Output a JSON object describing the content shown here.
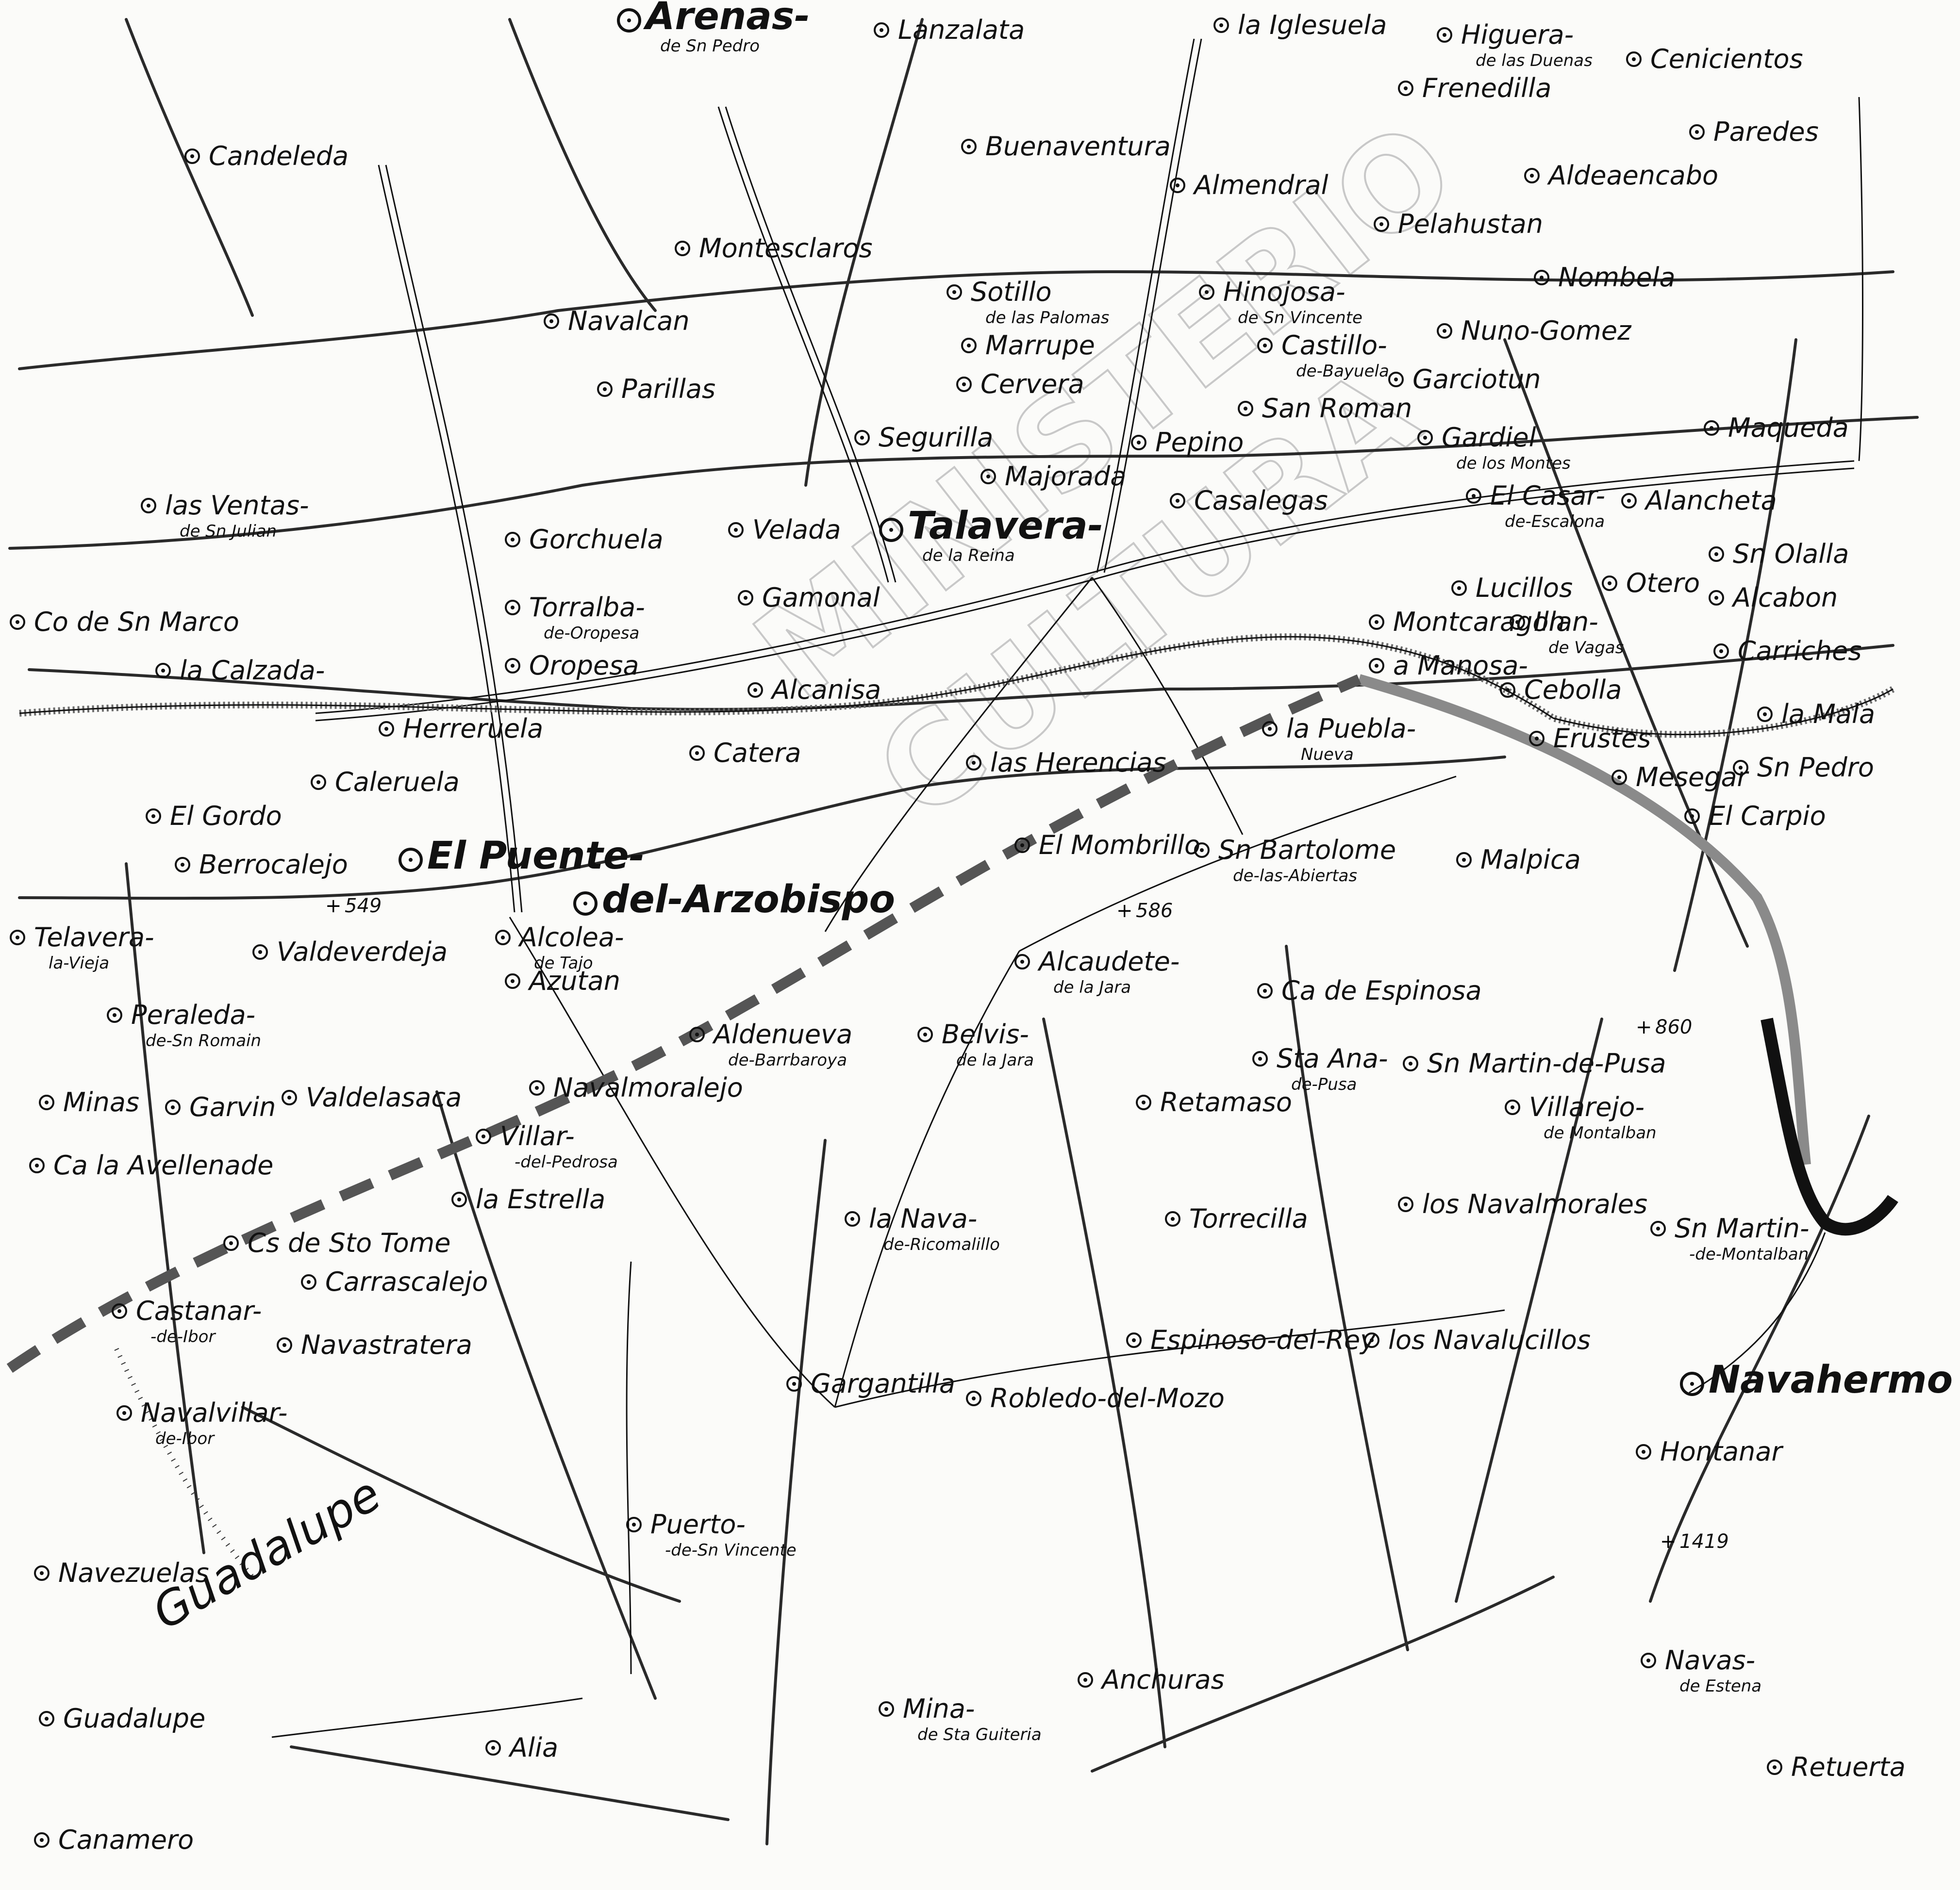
{
  "map": {
    "region_labels": {
      "guadalupe_range": "Guadalupe"
    },
    "watermark": {
      "line1": "MINISTERIO",
      "line2": "CULTURA"
    },
    "colors": {
      "paper": "#fbfbf9",
      "ink": "#111111",
      "rivers": "#2a2a2a",
      "railway_hatched": "#6b6b6b",
      "watermark": "#c8c8c8"
    },
    "places": [
      {
        "id": "arenas",
        "name": "Arenas-",
        "sub": "de Sn Pedro",
        "big": true
      },
      {
        "id": "lanzalata",
        "name": "Lanzalata",
        "sub": ""
      },
      {
        "id": "iglesuela",
        "name": "la Iglesuela",
        "sub": ""
      },
      {
        "id": "higuera",
        "name": "Higuera-",
        "sub": "de las Duenas"
      },
      {
        "id": "cenicientos",
        "name": "Cenicientos",
        "sub": ""
      },
      {
        "id": "frenedilla",
        "name": "Frenedilla",
        "sub": ""
      },
      {
        "id": "candeleda",
        "name": "Candeleda",
        "sub": ""
      },
      {
        "id": "buenaventura",
        "name": "Buenaventura",
        "sub": ""
      },
      {
        "id": "paredes",
        "name": "Paredes",
        "sub": ""
      },
      {
        "id": "almendral",
        "name": "Almendral",
        "sub": ""
      },
      {
        "id": "aldeaencabo",
        "name": "Aldeaencabo",
        "sub": ""
      },
      {
        "id": "pelahustan",
        "name": "Pelahustan",
        "sub": ""
      },
      {
        "id": "montesclaros",
        "name": "Montesclaros",
        "sub": ""
      },
      {
        "id": "nombela",
        "name": "Nombela",
        "sub": ""
      },
      {
        "id": "sotillo",
        "name": "Sotillo",
        "sub": "de las Palomas"
      },
      {
        "id": "hinojosa",
        "name": "Hinojosa-",
        "sub": "de Sn Vincente"
      },
      {
        "id": "navalcan",
        "name": "Navalcan",
        "sub": ""
      },
      {
        "id": "nuno",
        "name": "Nuno-Gomez",
        "sub": ""
      },
      {
        "id": "marrupe",
        "name": "Marrupe",
        "sub": ""
      },
      {
        "id": "castillo",
        "name": "Castillo-",
        "sub": "de-Bayuela"
      },
      {
        "id": "parillas",
        "name": "Parillas",
        "sub": ""
      },
      {
        "id": "cervera",
        "name": "Cervera",
        "sub": ""
      },
      {
        "id": "garciotun",
        "name": "Garciotun",
        "sub": ""
      },
      {
        "id": "sanroman",
        "name": "San Roman",
        "sub": ""
      },
      {
        "id": "gardiel",
        "name": "Gardiel",
        "sub": "de los Montes"
      },
      {
        "id": "segurilla",
        "name": "Segurilla",
        "sub": ""
      },
      {
        "id": "pepino",
        "name": "Pepino",
        "sub": ""
      },
      {
        "id": "maqueda",
        "name": "Maqueda",
        "sub": ""
      },
      {
        "id": "majorada",
        "name": "Majorada",
        "sub": ""
      },
      {
        "id": "lasventas",
        "name": "las Ventas-",
        "sub": "de Sn Julian"
      },
      {
        "id": "casalegas",
        "name": "Casalegas",
        "sub": ""
      },
      {
        "id": "elcasar",
        "name": "El Casar-",
        "sub": "de-Escalona"
      },
      {
        "id": "alancheta",
        "name": "Alancheta",
        "sub": ""
      },
      {
        "id": "velada",
        "name": "Velada",
        "sub": ""
      },
      {
        "id": "talavera",
        "name": "Talavera-",
        "sub": "de la Reina",
        "big": true
      },
      {
        "id": "gorchuela",
        "name": "Gorchuela",
        "sub": ""
      },
      {
        "id": "olalla",
        "name": "Sn Olalla",
        "sub": ""
      },
      {
        "id": "gamonal",
        "name": "Gamonal",
        "sub": ""
      },
      {
        "id": "lucillos",
        "name": "Lucillos",
        "sub": ""
      },
      {
        "id": "otero",
        "name": "Otero",
        "sub": ""
      },
      {
        "id": "alcabon",
        "name": "Alcabon",
        "sub": ""
      },
      {
        "id": "csanmarco",
        "name": "Co de Sn Marco",
        "sub": ""
      },
      {
        "id": "torralba",
        "name": "Torralba-",
        "sub": "de-Oropesa"
      },
      {
        "id": "montcaragon",
        "name": "Montcaragon",
        "sub": ""
      },
      {
        "id": "illan",
        "name": "Illan-",
        "sub": "de Vagas"
      },
      {
        "id": "calzada",
        "name": "la Calzada-",
        "sub": ""
      },
      {
        "id": "carriches",
        "name": "Carriches",
        "sub": ""
      },
      {
        "id": "oropesa",
        "name": "Oropesa",
        "sub": ""
      },
      {
        "id": "alcanisa",
        "name": "Alcanisa",
        "sub": ""
      },
      {
        "id": "manosa",
        "name": "a Manosa-",
        "sub": ""
      },
      {
        "id": "cebolla",
        "name": "Cebolla",
        "sub": ""
      },
      {
        "id": "lamala",
        "name": "la Mala",
        "sub": ""
      },
      {
        "id": "herreruela",
        "name": "Herreruela",
        "sub": ""
      },
      {
        "id": "erustes",
        "name": "Erustes",
        "sub": ""
      },
      {
        "id": "lapuebla",
        "name": "la Puebla-",
        "sub": "Nueva"
      },
      {
        "id": "catera",
        "name": "Catera",
        "sub": ""
      },
      {
        "id": "lasherencias",
        "name": "las Herencias",
        "sub": ""
      },
      {
        "id": "mesegar",
        "name": "Mesegar",
        "sub": ""
      },
      {
        "id": "snpedro",
        "name": "Sn Pedro",
        "sub": ""
      },
      {
        "id": "caleruela",
        "name": "Caleruela",
        "sub": ""
      },
      {
        "id": "elgordo",
        "name": "El Gordo",
        "sub": ""
      },
      {
        "id": "elcarpio",
        "name": "El Carpio",
        "sub": ""
      },
      {
        "id": "elpuente",
        "name": "El Puente-",
        "sub": "",
        "big": true
      },
      {
        "id": "elmombrillo",
        "name": "El Mombrillo",
        "sub": ""
      },
      {
        "id": "snbartolome",
        "name": "Sn Bartolome",
        "sub": "de-las-Abiertas"
      },
      {
        "id": "berrocalejo",
        "name": "Berrocalejo",
        "sub": ""
      },
      {
        "id": "malpica",
        "name": "Malpica",
        "sub": ""
      },
      {
        "id": "arzobispo",
        "name": "del-Arzobispo",
        "sub": "",
        "big": true
      },
      {
        "id": "spot549",
        "name": "549",
        "sub": ""
      },
      {
        "id": "spot586",
        "name": "586",
        "sub": ""
      },
      {
        "id": "telavera",
        "name": "Telavera-",
        "sub": "la-Vieja"
      },
      {
        "id": "valdeverdeja",
        "name": "Valdeverdeja",
        "sub": ""
      },
      {
        "id": "alcolea",
        "name": "Alcolea-",
        "sub": "de Tajo"
      },
      {
        "id": "alcaudete",
        "name": "Alcaudete-",
        "sub": "de la Jara"
      },
      {
        "id": "azutan",
        "name": "Azutan",
        "sub": ""
      },
      {
        "id": "cespinosa",
        "name": "Ca de Espinosa",
        "sub": ""
      },
      {
        "id": "spot860",
        "name": "860",
        "sub": ""
      },
      {
        "id": "peraleda",
        "name": "Peraleda-",
        "sub": "de-Sn Romain"
      },
      {
        "id": "aldenueva",
        "name": "Aldenueva",
        "sub": "de-Barrbaroya"
      },
      {
        "id": "belvis",
        "name": "Belvis-",
        "sub": "de la Jara"
      },
      {
        "id": "staana",
        "name": "Sta Ana-",
        "sub": "de-Pusa"
      },
      {
        "id": "snmartinpusa",
        "name": "Sn Martin-de-Pusa",
        "sub": ""
      },
      {
        "id": "garvin",
        "name": "Garvin",
        "sub": ""
      },
      {
        "id": "valdelasaca",
        "name": "Valdelasaca",
        "sub": ""
      },
      {
        "id": "navalmoralejo",
        "name": "Navalmoralejo",
        "sub": ""
      },
      {
        "id": "minas",
        "name": "Minas",
        "sub": ""
      },
      {
        "id": "villarejo",
        "name": "Villarejo-",
        "sub": "de Montalban"
      },
      {
        "id": "retamaso",
        "name": "Retamaso",
        "sub": ""
      },
      {
        "id": "villar",
        "name": "Villar-",
        "sub": "-del-Pedrosa"
      },
      {
        "id": "cavellenade",
        "name": "Ca la Avellenade",
        "sub": ""
      },
      {
        "id": "laestrella",
        "name": "la Estrella",
        "sub": ""
      },
      {
        "id": "lanava",
        "name": "la Nava-",
        "sub": "de-Ricomalillo"
      },
      {
        "id": "torrecilla",
        "name": "Torrecilla",
        "sub": ""
      },
      {
        "id": "losnavalmorales",
        "name": "los Navalmorales",
        "sub": ""
      },
      {
        "id": "snmartinmontalban",
        "name": "Sn Martin-",
        "sub": "-de-Montalban"
      },
      {
        "id": "cssantotome",
        "name": "Cs de Sto Tome",
        "sub": ""
      },
      {
        "id": "carrascalejo",
        "name": "Carrascalejo",
        "sub": ""
      },
      {
        "id": "castanar",
        "name": "Castanar-",
        "sub": "-de-Ibor"
      },
      {
        "id": "espinoso",
        "name": "Espinoso-del-Rey",
        "sub": ""
      },
      {
        "id": "losnavalucillos",
        "name": "los Navalucillos",
        "sub": ""
      },
      {
        "id": "navastratera",
        "name": "Navastratera",
        "sub": ""
      },
      {
        "id": "navahermosa",
        "name": "Navahermo",
        "sub": "",
        "big": true
      },
      {
        "id": "gargantilla",
        "name": "Gargantilla",
        "sub": ""
      },
      {
        "id": "robledo",
        "name": "Robledo-del-Mozo",
        "sub": ""
      },
      {
        "id": "navalvillar",
        "name": "Navalvillar-",
        "sub": "de-Ibor"
      },
      {
        "id": "hontanar",
        "name": "Hontanar",
        "sub": ""
      },
      {
        "id": "spot1419",
        "name": "1419",
        "sub": ""
      },
      {
        "id": "puerto",
        "name": "Puerto-",
        "sub": "-de-Sn Vincente"
      },
      {
        "id": "navezuelas",
        "name": "Navezuelas",
        "sub": ""
      },
      {
        "id": "navas",
        "name": "Navas-",
        "sub": "de Estena"
      },
      {
        "id": "anchuras",
        "name": "Anchuras",
        "sub": ""
      },
      {
        "id": "mina",
        "name": "Mina-",
        "sub": "de Sta Guiteria"
      },
      {
        "id": "guadalupe",
        "name": "Guadalupe",
        "sub": ""
      },
      {
        "id": "alia",
        "name": "Alia",
        "sub": ""
      },
      {
        "id": "retuerta",
        "name": "Retuerta",
        "sub": ""
      },
      {
        "id": "canamero",
        "name": "Canamero",
        "sub": ""
      }
    ]
  }
}
